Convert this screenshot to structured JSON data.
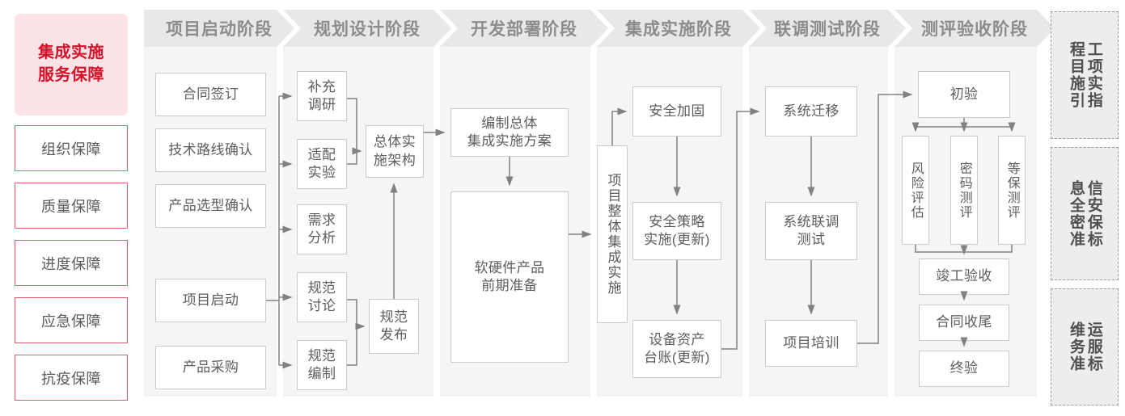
{
  "title_block": {
    "label": "集成实施\n服务保障",
    "line1": "集成实施",
    "line2": "服务保障",
    "color": "#d7112a",
    "bg": "#fbe3e6"
  },
  "guarantees": [
    {
      "label": "组织保障"
    },
    {
      "label": "质量保障"
    },
    {
      "label": "进度保障"
    },
    {
      "label": "应急保障"
    },
    {
      "label": "抗疫保障"
    }
  ],
  "stages": [
    {
      "id": "s1",
      "title": "项目启动阶段"
    },
    {
      "id": "s2",
      "title": "规划设计阶段"
    },
    {
      "id": "s3",
      "title": "开发部署阶段"
    },
    {
      "id": "s4",
      "title": "集成实施阶段"
    },
    {
      "id": "s5",
      "title": "联调测试阶段"
    },
    {
      "id": "s6",
      "title": "测评验收阶段"
    }
  ],
  "nodes": {
    "n_htqd": "合同签订",
    "n_jslx": "技术路线确认",
    "n_cpxx": "产品选型确认",
    "n_xmqd": "项目启动",
    "n_cpcg": "产品采购",
    "n_bcdy": "补充\n调研",
    "n_bcdy_l1": "补充",
    "n_bcdy_l2": "调研",
    "n_spsy_l1": "适配",
    "n_spsy_l2": "实验",
    "n_xqfx_l1": "需求",
    "n_xqfx_l2": "分析",
    "n_gftl_l1": "规范",
    "n_gftl_l2": "讨论",
    "n_gfbz_l1": "规范",
    "n_gfbz_l2": "编制",
    "n_ztss_l1": "总体实",
    "n_ztss_l2": "施架构",
    "n_gffb_l1": "规范",
    "n_gffb_l2": "发布",
    "n_bzzt_l1": "编制总体",
    "n_bzzt_l2": "集成实施方案",
    "n_rych_l1": "软硬件产品",
    "n_rych_l2": "前期准备",
    "n_xmzt": "项目整体集成实施",
    "n_aqjg": "安全加固",
    "n_aqcl_l1": "安全策略",
    "n_aqcl_l2": "实施(更新)",
    "n_sbzc_l1": "设备资产",
    "n_sbzc_l2": "台账(更新)",
    "n_xtqy": "系统迁移",
    "n_xtld_l1": "系统联调",
    "n_xtld_l2": "测试",
    "n_xmpx": "项目培训",
    "n_cy": "初验",
    "n_fxpg": "风险评估",
    "n_mmcp": "密码测评",
    "n_dbcp": "等保测评",
    "n_jgys": "竣工验收",
    "n_htsw": "合同收尾",
    "n_zy": "终验"
  },
  "standards": [
    {
      "col_right": "程目施引",
      "col_left": "工项实指",
      "full": "工程项目实施指引"
    },
    {
      "col_right": "息全密准",
      "col_left": "信安保标",
      "full": "信息安全保密标准"
    },
    {
      "col_right": "维务准",
      "col_left": "运服标",
      "full": "运维服务标准"
    }
  ],
  "colors": {
    "accent_red": "#d7112a",
    "title_bg": "#fbe3e6",
    "guard_border": "#e0616f",
    "stage_head_bg": "#e8e8e8",
    "stage_head_text": "#8a8c8e",
    "stage_body_bg": "#f5f5f5",
    "node_border": "#c9cbcd",
    "node_text": "#5c5d5f",
    "wire": "#808183",
    "std_bg": "#ededed",
    "std_border": "#9a9c9e"
  }
}
